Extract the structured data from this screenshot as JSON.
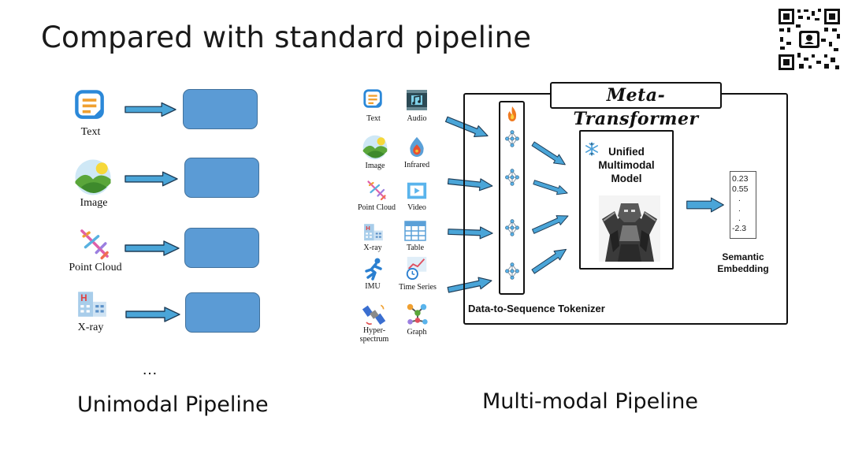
{
  "title": "Compared with standard pipeline",
  "unimodal": {
    "items": [
      {
        "label": "Text",
        "icon": "text-note-icon"
      },
      {
        "label": "Image",
        "icon": "image-landscape-icon"
      },
      {
        "label": "Point Cloud",
        "icon": "point-cloud-plane-icon"
      },
      {
        "label": "X-ray",
        "icon": "xray-hospital-icon"
      }
    ],
    "ellipsis": "…",
    "caption": "Unimodal Pipeline"
  },
  "multimodal": {
    "modalities": [
      {
        "label": "Text",
        "icon": "text-note-icon"
      },
      {
        "label": "Audio",
        "icon": "audio-icon"
      },
      {
        "label": "Image",
        "icon": "image-landscape-icon"
      },
      {
        "label": "Infrared",
        "icon": "infrared-drop-icon"
      },
      {
        "label": "Point Cloud",
        "icon": "point-cloud-plane-icon"
      },
      {
        "label": "Video",
        "icon": "video-play-icon"
      },
      {
        "label": "X-ray",
        "icon": "xray-hospital-icon"
      },
      {
        "label": "Table",
        "icon": "table-grid-icon"
      },
      {
        "label": "IMU",
        "icon": "running-person-icon"
      },
      {
        "label": "Time Series",
        "icon": "time-series-icon"
      },
      {
        "label": "Hyper-\nspectrum",
        "icon": "satellite-icon"
      },
      {
        "label": "Graph",
        "icon": "graph-nodes-icon"
      }
    ],
    "frame_title": "Meta-Transformer",
    "tokenizer_label": "Data-to-Sequence Tokenizer",
    "model_title": "Unified\nMultimodal\nModel",
    "embedding_values": [
      "0.23",
      "0.55",
      ".",
      ".",
      ".",
      "-2.3"
    ],
    "embedding_label": "Semantic\nEmbedding",
    "caption": "Multi-modal Pipeline"
  },
  "qr_icon": "qr-code-icon",
  "colors": {
    "box_fill": "#5b9bd5",
    "box_border": "#41719c",
    "arrow_fill": "#4aa5d8",
    "arrow_stroke": "#1f3d57"
  }
}
